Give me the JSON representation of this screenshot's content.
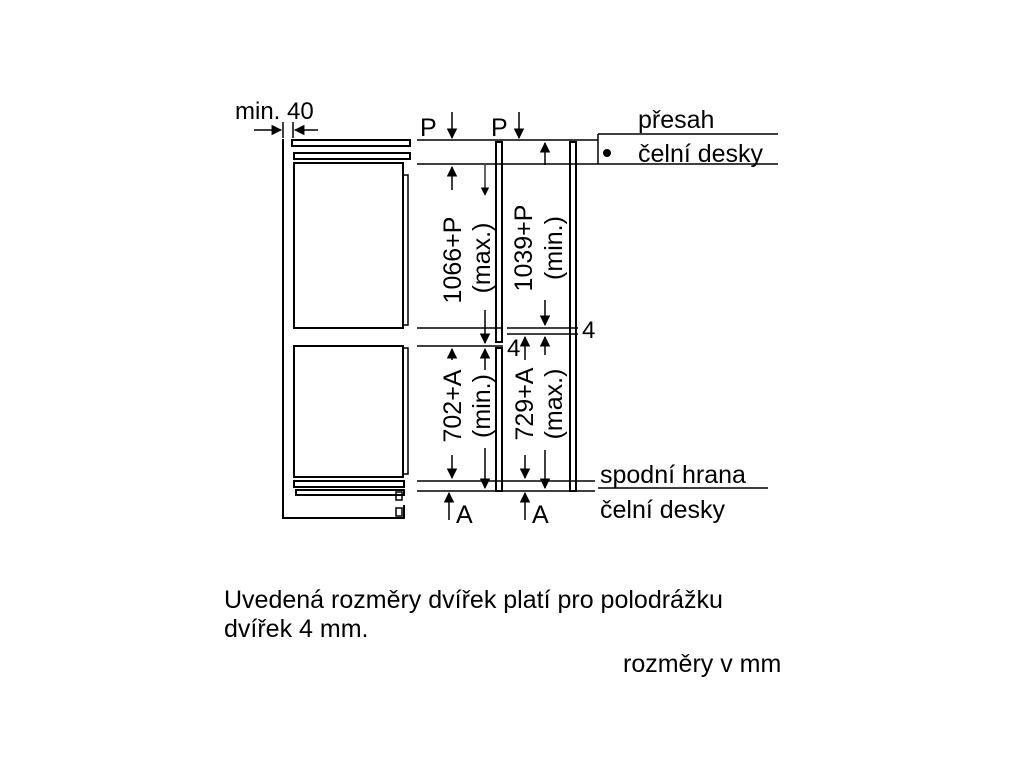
{
  "diagram": {
    "labels": {
      "min_gap": "min. 40",
      "p_left": "P",
      "p_right": "P",
      "overlap_line1": "přesah",
      "overlap_line2": "čelní desky",
      "dim_upper_left_value": "1066+P",
      "dim_upper_left_note": "(max.)",
      "dim_upper_right_value": "1039+P",
      "dim_upper_right_note": "(min.)",
      "dim_lower_left_value": "702+A",
      "dim_lower_left_note": "(min.)",
      "dim_lower_right_value": "729+A",
      "dim_lower_right_note": "(max.)",
      "gap_left": "4",
      "gap_right": "4",
      "a_left": "A",
      "a_right": "A",
      "bottom_edge_line1": "spodní hrana",
      "bottom_edge_line2": "čelní desky"
    }
  },
  "caption": {
    "note_line1": "Uvedená rozměry dvířek platí pro polodrážku",
    "note_line2": "dvířek 4 mm.",
    "units": "rozměry v mm"
  }
}
